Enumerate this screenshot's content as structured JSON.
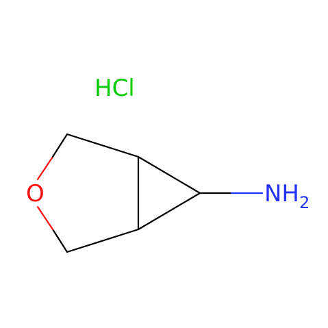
{
  "molecule": {
    "salt_label": "HCl",
    "atoms": {
      "oxygen": "O",
      "amine_main": "NH",
      "amine_subscript": "2"
    },
    "colors": {
      "bond": "#000000",
      "oxygen": "#ff0d0d",
      "nitrogen": "#2233ff",
      "chlorine_salt": "#00cc00",
      "background": "#ffffff"
    }
  }
}
